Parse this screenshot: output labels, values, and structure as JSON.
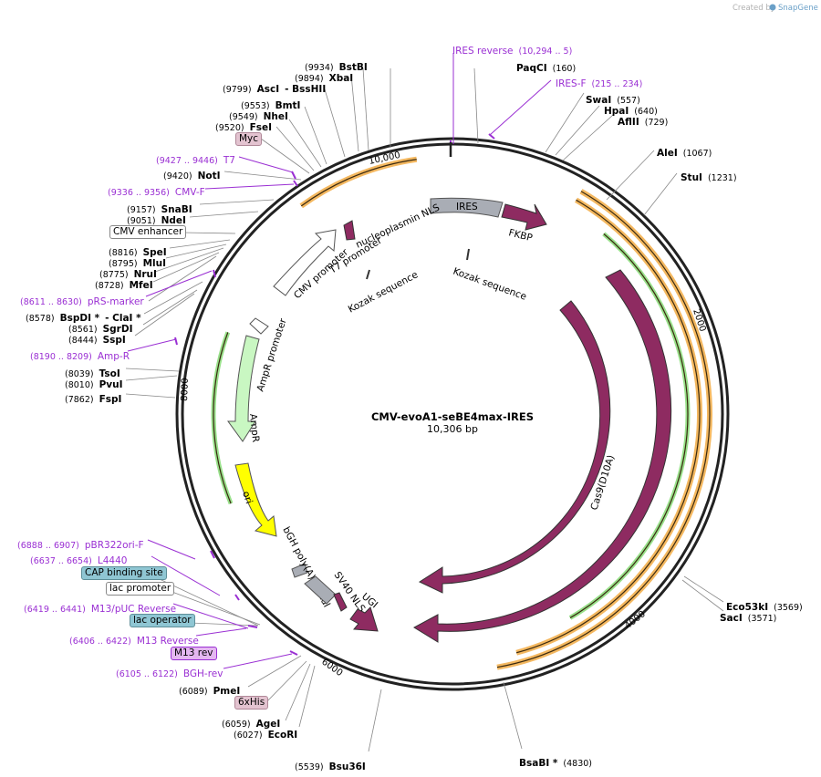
{
  "credit": {
    "prefix": "Created by",
    "brand": "SnapGene"
  },
  "plasmid": {
    "name": "CMV-evoA1-seBE4max-IRES",
    "length": "10,306 bp"
  },
  "ticks": [
    "10,000",
    "2000",
    "4000",
    "6000",
    "8000"
  ],
  "features": {
    "ires": "IRES",
    "fkbp": "FKBP",
    "kozak1": "Kozak sequence",
    "kozak2": "Kozak sequence",
    "cas9_d10a": "Cas9(D10A)",
    "cas9": "Cas9",
    "nls": "nucleoplasmin NLS",
    "t7_promoter": "T7 promoter",
    "cmv_promoter": "CMV promoter",
    "ampr_promoter": "AmpR promoter",
    "ampr": "AmpR",
    "ori": "ori",
    "bgh": "bGH poly(A) signal",
    "sv40": "SV40 NLS",
    "ugi": "UGI"
  },
  "boxed_labels": {
    "myc": "Myc",
    "cmv_enhancer": "CMV enhancer",
    "cap": "CAP binding site",
    "lac_promoter": "lac promoter",
    "lac_operator": "lac operator",
    "m13rev": "M13 rev",
    "his": "6xHis"
  },
  "sites": [
    {
      "pos": "(9934)",
      "name": "BstBI"
    },
    {
      "pos": "(9894)",
      "name": "XbaI"
    },
    {
      "pos": "(9799)",
      "name": "AscI",
      "extra": "- BssHII"
    },
    {
      "pos": "(9553)",
      "name": "BmtI"
    },
    {
      "pos": "(9549)",
      "name": "NheI"
    },
    {
      "pos": "(9520)",
      "name": "FseI"
    },
    {
      "pos": "(9420)",
      "name": "NotI"
    },
    {
      "pos": "(9157)",
      "name": "SnaBI"
    },
    {
      "pos": "(9051)",
      "name": "NdeI"
    },
    {
      "pos": "(8816)",
      "name": "SpeI"
    },
    {
      "pos": "(8795)",
      "name": "MluI"
    },
    {
      "pos": "(8775)",
      "name": "NruI"
    },
    {
      "pos": "(8728)",
      "name": "MfeI"
    },
    {
      "pos": "(8578)",
      "name": "BspDI *",
      "extra": "- ClaI *"
    },
    {
      "pos": "(8561)",
      "name": "SgrDI"
    },
    {
      "pos": "(8444)",
      "name": "SspI"
    },
    {
      "pos": "(8039)",
      "name": "TsoI"
    },
    {
      "pos": "(8010)",
      "name": "PvuI"
    },
    {
      "pos": "(7862)",
      "name": "FspI"
    },
    {
      "pos": "(6089)",
      "name": "PmeI"
    },
    {
      "pos": "(6059)",
      "name": "AgeI"
    },
    {
      "pos": "(6027)",
      "name": "EcoRI"
    },
    {
      "pos": "(5539)",
      "name": "Bsu36I"
    },
    {
      "pos": "(4830)",
      "name": "BsaBI *"
    },
    {
      "pos": "(3569)",
      "name": "Eco53kI"
    },
    {
      "pos": "(3571)",
      "name": "SacI"
    },
    {
      "pos": "(1231)",
      "name": "StuI"
    },
    {
      "pos": "(1067)",
      "name": "AleI"
    },
    {
      "pos": "(729)",
      "name": "AflII"
    },
    {
      "pos": "(640)",
      "name": "HpaI"
    },
    {
      "pos": "(557)",
      "name": "SwaI"
    },
    {
      "pos": "(160)",
      "name": "PaqCI"
    }
  ],
  "primers": [
    {
      "name": "IRES reverse",
      "range": "(10,294 .. 5)"
    },
    {
      "name": "IRES-F",
      "range": "(215 .. 234)"
    },
    {
      "name": "T7",
      "range": "(9427 .. 9446)"
    },
    {
      "name": "CMV-F",
      "range": "(9336 .. 9356)"
    },
    {
      "name": "pRS-marker",
      "range": "(8611 .. 8630)"
    },
    {
      "name": "Amp-R",
      "range": "(8190 .. 8209)"
    },
    {
      "name": "pBR322ori-F",
      "range": "(6888 .. 6907)"
    },
    {
      "name": "L4440",
      "range": "(6637 .. 6654)"
    },
    {
      "name": "M13/pUC Reverse",
      "range": "(6419 .. 6441)"
    },
    {
      "name": "M13 Reverse",
      "range": "(6406 .. 6422)"
    },
    {
      "name": "BGH-rev",
      "range": "(6105 .. 6122)"
    }
  ],
  "colors": {
    "cas9": "#8e2b61",
    "orange_track": "#f4b860",
    "green_track": "#98e08a",
    "ampr": "#c9f7c2",
    "ori": "#ffff00",
    "primer": "#9a2fd3",
    "ires_box": "#a9adb5",
    "boxed_pink": "#e3c3d0",
    "boxed_teal": "#8fc6d3"
  }
}
